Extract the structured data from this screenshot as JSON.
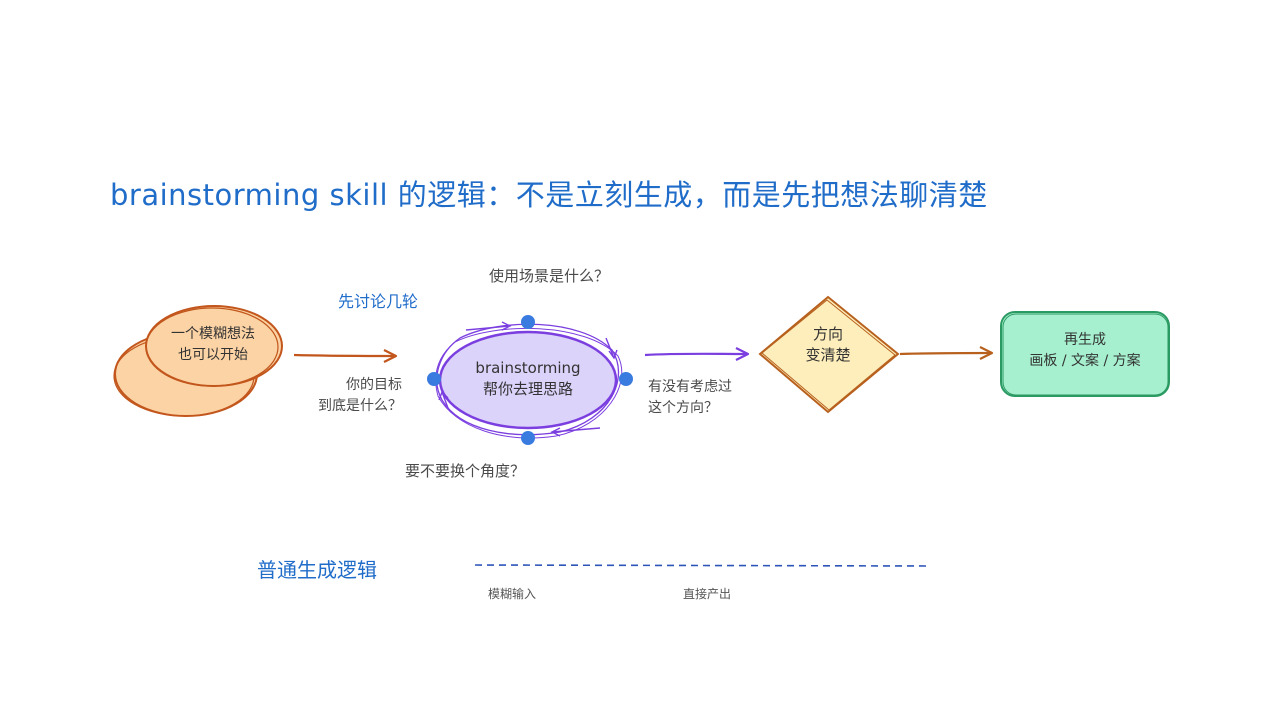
{
  "title": "brainstorming skill 的逻辑：不是立刻生成，而是先把想法聊清楚",
  "nodes": {
    "idea": {
      "line1": "一个模糊想法",
      "line2": "也可以开始"
    },
    "brainstorm": {
      "line1": "brainstorming",
      "line2": "帮你去理思路"
    },
    "direction": {
      "line1": "方向",
      "line2": "变清楚"
    },
    "output": {
      "line1": "再生成",
      "line2": "画板 / 文案 / 方案"
    }
  },
  "annotations": {
    "discuss": "先讨论几轮",
    "goal_line1": "你的目标",
    "goal_line2": "到底是什么？",
    "usage": "使用场景是什么？",
    "angle": "要不要换个角度？",
    "consider_line1": "有没有考虑过",
    "consider_line2": "这个方向？"
  },
  "legend": {
    "label": "普通生成逻辑",
    "input": "模糊输入",
    "output": "直接产出"
  },
  "colors": {
    "title": "#1f6cc9",
    "idea_fill": "#fcd3a4",
    "idea_stroke": "#c2561c",
    "brain_fill": "#dcd3fb",
    "brain_stroke": "#7b3fe0",
    "dot": "#3a7be0",
    "direction_fill": "#fdeebb",
    "direction_stroke": "#b8611e",
    "output_fill": "#a6f0cf",
    "output_stroke": "#2a9a62",
    "arrow_orange": "#c2561c",
    "arrow_purple": "#7b3fe0",
    "dash": "#2d55b8"
  }
}
